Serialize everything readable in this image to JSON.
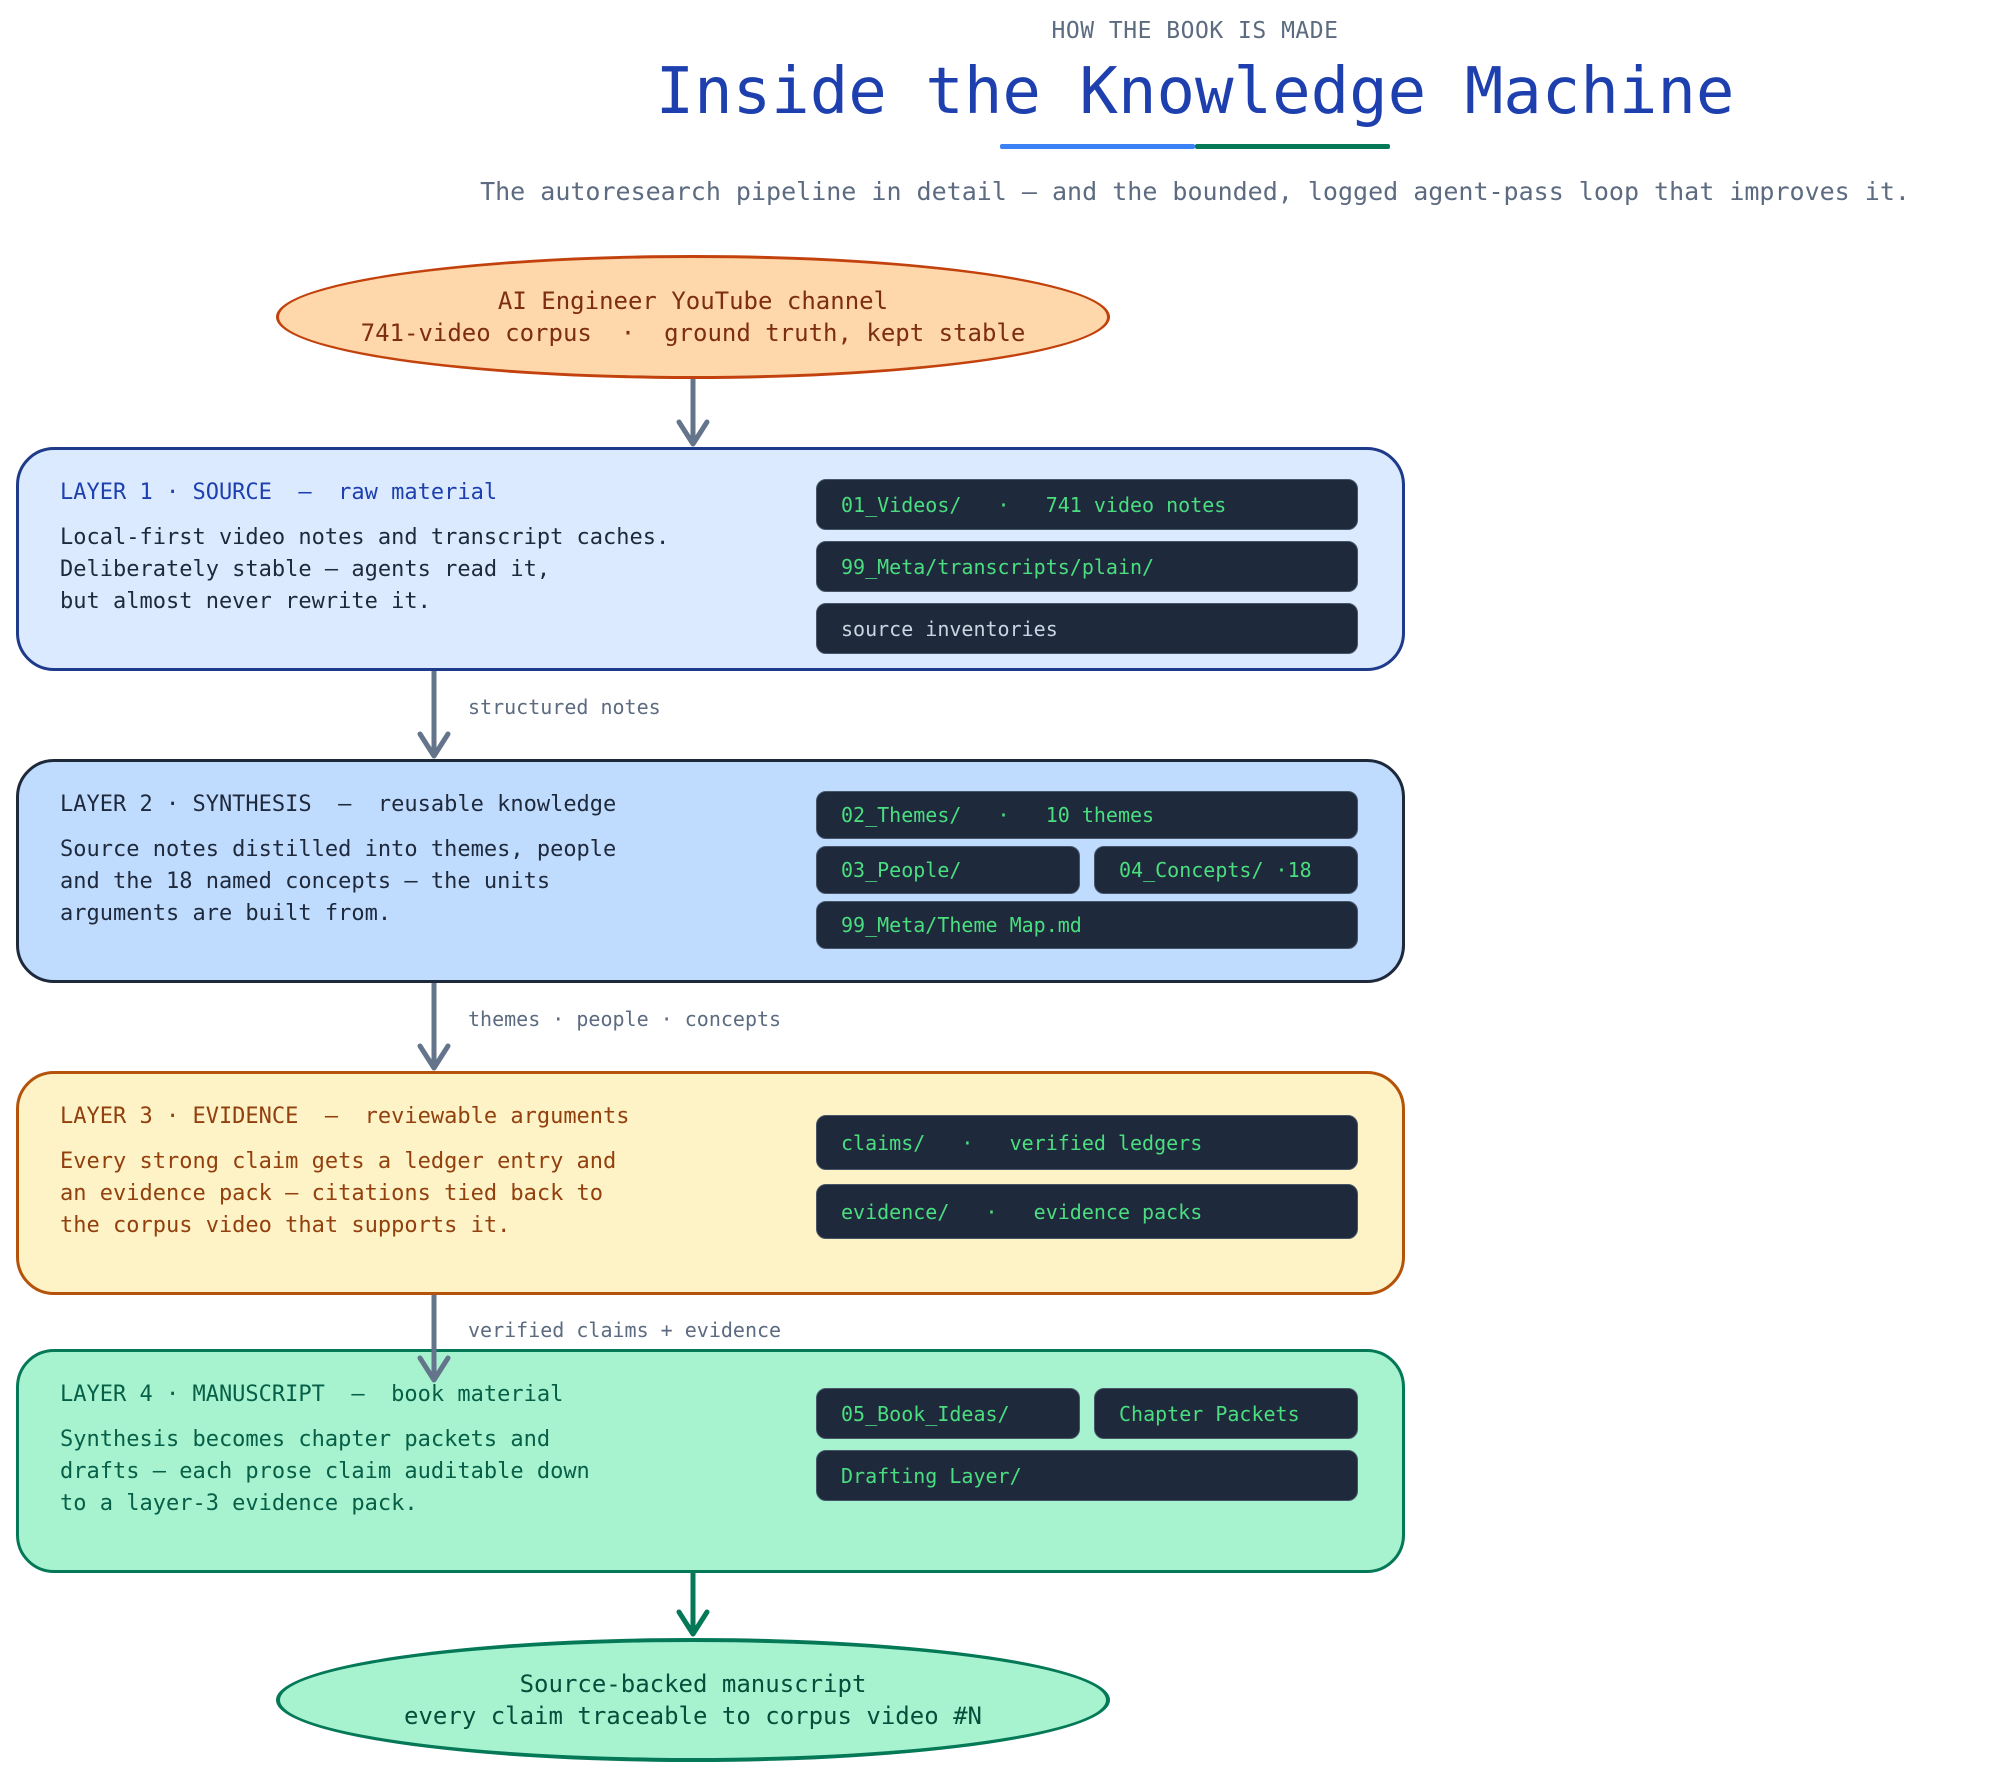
{
  "header": {
    "kicker": "HOW THE BOOK IS MADE",
    "title": "Inside the Knowledge Machine",
    "subtitle": "The autoresearch pipeline in detail — and the bounded, logged agent-pass loop that improves it."
  },
  "source": {
    "line1": "AI Engineer YouTube channel",
    "line2": "741-video corpus  ·  ground truth, kept stable"
  },
  "layers": [
    {
      "heading": "LAYER 1 · SOURCE  —  raw material",
      "desc": "Local-first video notes and transcript caches.\nDeliberately stable — agents read it,\nbut almost never rewrite it.",
      "chips": [
        "01_Videos/   ·   741 video notes",
        "99_Meta/transcripts/plain/",
        "source inventories"
      ],
      "color": "#1e40af"
    },
    {
      "heading": "LAYER 2 · SYNTHESIS  —  reusable knowledge",
      "desc": "Source notes distilled into themes, people\nand the 18 named concepts — the units\narguments are built from.",
      "chips": [
        "02_Themes/   ·   10 themes",
        "03_People/",
        "04_Concepts/ ·18",
        "99_Meta/Theme Map.md"
      ],
      "color": "#1e293b"
    },
    {
      "heading": "LAYER 3 · EVIDENCE  —  reviewable arguments",
      "desc": "Every strong claim gets a ledger entry and\nan evidence pack — citations tied back to\nthe corpus video that supports it.",
      "chips": [
        "claims/   ·   verified ledgers",
        "evidence/   ·   evidence packs"
      ],
      "color": "#92400e"
    },
    {
      "heading": "LAYER 4 · MANUSCRIPT  —  book material",
      "desc": "Synthesis becomes chapter packets and\ndrafts — each prose claim auditable down\nto a layer-3 evidence pack.",
      "chips": [
        "05_Book_Ideas/",
        "Chapter Packets",
        "Drafting Layer/"
      ],
      "color": "#065f46"
    }
  ],
  "edges": {
    "e1": "structured notes",
    "e2": "themes · people · concepts",
    "e3": "verified claims + evidence"
  },
  "output": {
    "line1": "Source-backed manuscript",
    "line2": "every claim traceable to corpus video #N"
  },
  "colors": {
    "arrow": "#64748b",
    "arrow_final": "#047857",
    "chip_text": "#4ade80"
  }
}
